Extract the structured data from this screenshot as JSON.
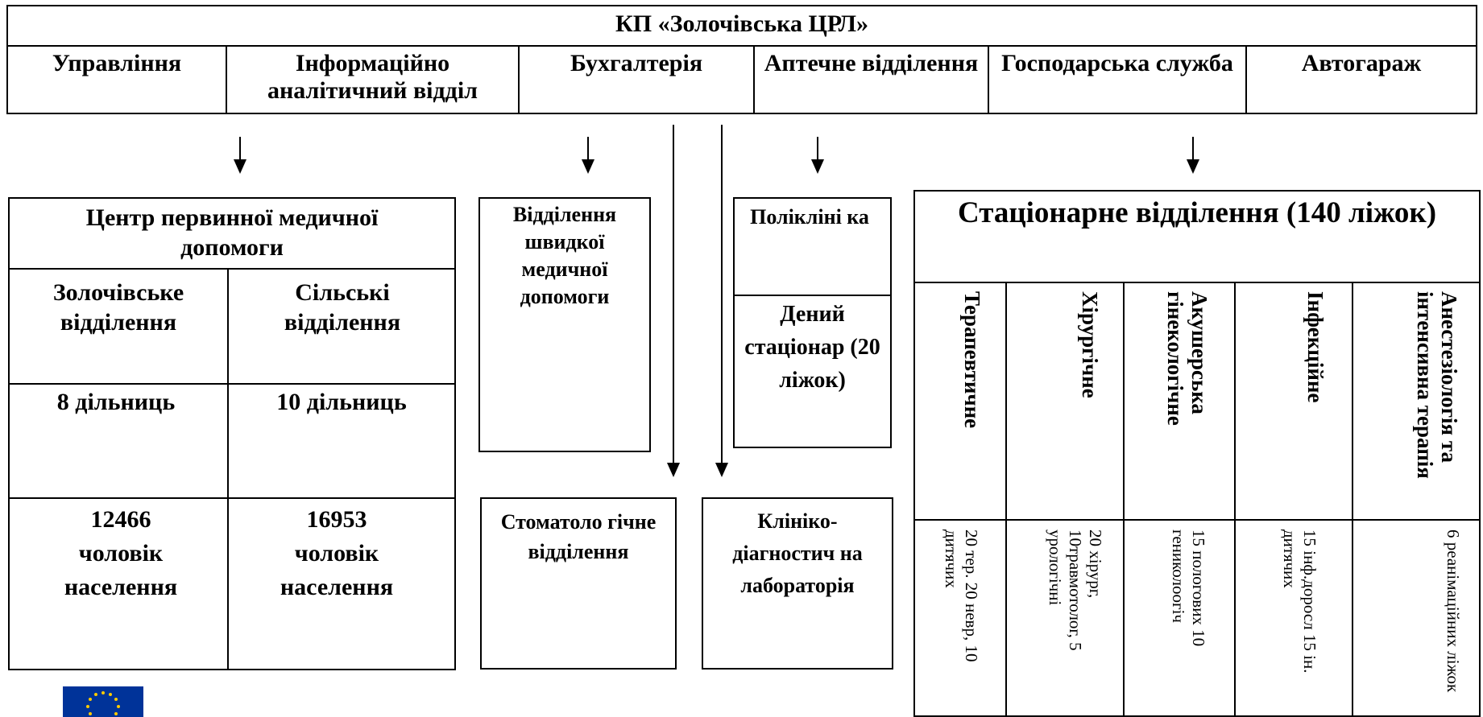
{
  "header": {
    "title": "КП «Золочівська ЦРЛ»",
    "departments": [
      "Управління",
      "Інформаційно аналітичний відділ",
      "Бухгалтерія",
      "Аптечне відділення",
      "Господарська служба",
      "Автогараж"
    ]
  },
  "primary_care": {
    "title": "Центр первинної медичної допомоги",
    "zolochiv": {
      "label": "Золочівське відділення",
      "sites": "8 дільниць",
      "population": "12466 чоловік населення"
    },
    "rural": {
      "label": "Сільські відділення",
      "sites": "10 дільниць",
      "population": "16953 чоловік населення"
    }
  },
  "ambulance": {
    "label": "Відділення швидкої медичної допомоги"
  },
  "dental": {
    "label": "Стоматоло гічне відділення"
  },
  "lab": {
    "label": "Клініко- діагностич на лабораторія"
  },
  "polyclinic": {
    "label": "Полікліні ка"
  },
  "day_hospital": {
    "label": "Дений стаціонар (20 ліжок)"
  },
  "inpatient": {
    "title": "Стаціонарне відділення (140 ліжок)",
    "departments": [
      {
        "name": "Терапевтичне",
        "beds": "20 тер. 20 невр, 10 дитячих"
      },
      {
        "name": "Хірургічне",
        "beds": "20 хірург, 10травмотолог, 5 урологічні"
      },
      {
        "name": "Акушерська гінекологічне",
        "beds": "15 пологових 10 гениколоогіч"
      },
      {
        "name": "Інфекційне",
        "beds": "15 інф.доросл 15 ін. дитячих"
      },
      {
        "name": "Анестезіологія та інтенсивна терапія",
        "beds": "6 реанімаційних ліжок"
      }
    ]
  },
  "colors": {
    "line": "#000000",
    "eu_flag_blue": "#003399",
    "eu_star": "#ffcc00"
  }
}
